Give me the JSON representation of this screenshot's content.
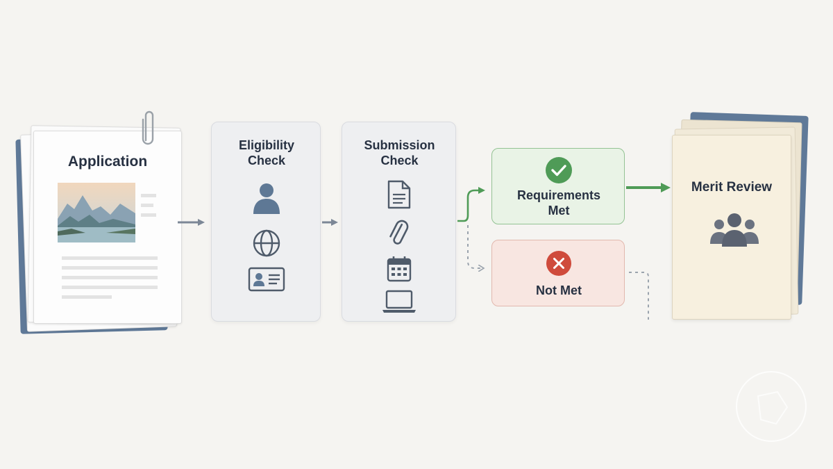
{
  "diagram": {
    "application": {
      "label": "Application"
    },
    "eligibility_check": {
      "title_line1": "Eligibility",
      "title_line2": "Check",
      "icons": [
        "person-icon",
        "globe-icon",
        "id-card-icon"
      ]
    },
    "submission_check": {
      "title_line1": "Submission",
      "title_line2": "Check",
      "icons": [
        "document-icon",
        "paperclip-icon",
        "calendar-icon",
        "laptop-icon"
      ]
    },
    "requirements_met": {
      "label_line1": "Requirements",
      "label_line2": "Met",
      "icon": "check-icon",
      "color": "#4f9b57"
    },
    "not_met": {
      "label": "Not Met",
      "icon": "x-icon",
      "color": "#cf4b3c"
    },
    "merit_review": {
      "label": "Merit Review",
      "icon": "group-icon"
    }
  },
  "colors": {
    "background": "#f5f4f1",
    "arrow_gray": "#7c8796",
    "arrow_green": "#4f9b57",
    "met_fill": "#e9f3e6",
    "not_met_fill": "#f8e6e1",
    "folder_blue": "#5f7998"
  }
}
